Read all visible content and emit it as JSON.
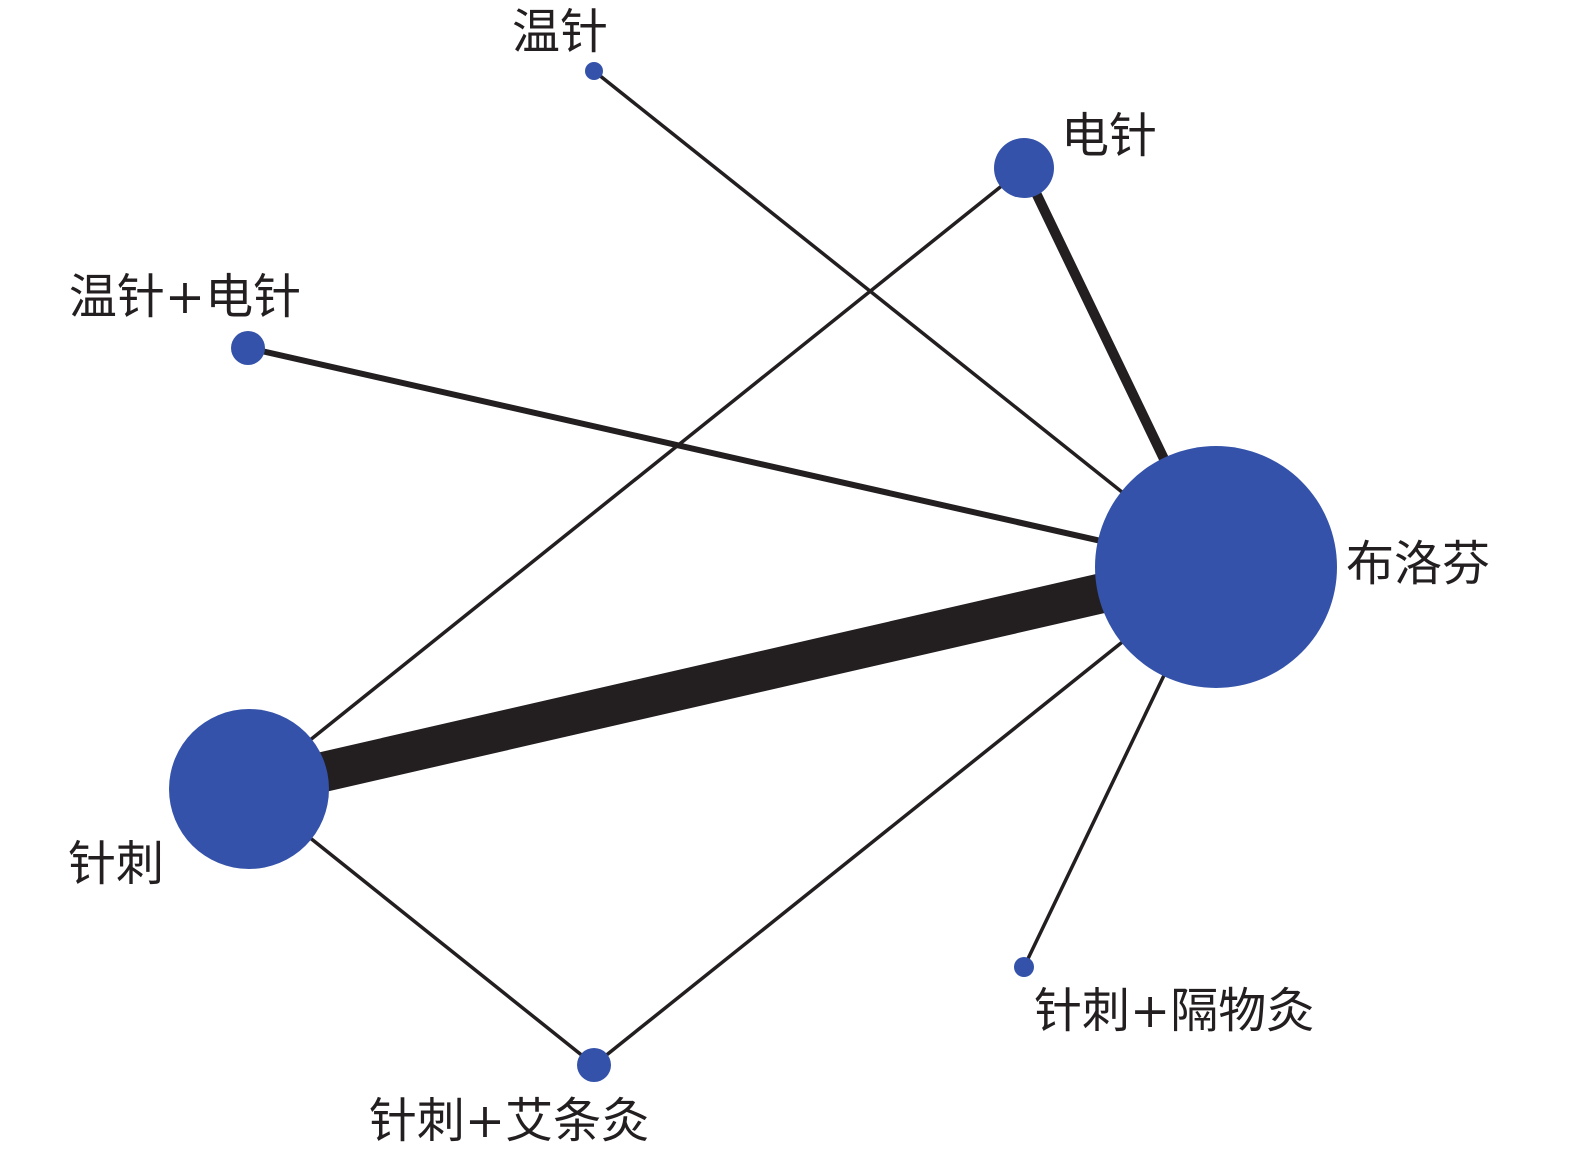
{
  "diagram": {
    "type": "network-meta-analysis-plot",
    "node_color": "#3452a9",
    "edge_color": "#231f20",
    "label_color": "#231f20",
    "background": "#ffffff",
    "nodes": [
      {
        "id": "wenzhen",
        "label": "温针"
      },
      {
        "id": "dianzhen",
        "label": "电针"
      },
      {
        "id": "wenzhen_dianzhen",
        "label": "温针+电针"
      },
      {
        "id": "buluofen",
        "label": "布洛芬"
      },
      {
        "id": "zhenci",
        "label": "针刺"
      },
      {
        "id": "zhenci_gewujiu",
        "label": "针刺+隔物灸"
      },
      {
        "id": "zhenci_aitiaojiu",
        "label": "针刺+艾条灸"
      }
    ],
    "edges": [
      {
        "from": "zhenci",
        "to": "buluofen"
      },
      {
        "from": "dianzhen",
        "to": "buluofen"
      },
      {
        "from": "wenzhen_dianzhen",
        "to": "buluofen"
      },
      {
        "from": "wenzhen",
        "to": "buluofen"
      },
      {
        "from": "dianzhen",
        "to": "zhenci"
      },
      {
        "from": "zhenci_aitiaojiu",
        "to": "buluofen"
      },
      {
        "from": "zhenci_aitiaojiu",
        "to": "zhenci"
      },
      {
        "from": "zhenci_gewujiu",
        "to": "buluofen"
      }
    ]
  }
}
